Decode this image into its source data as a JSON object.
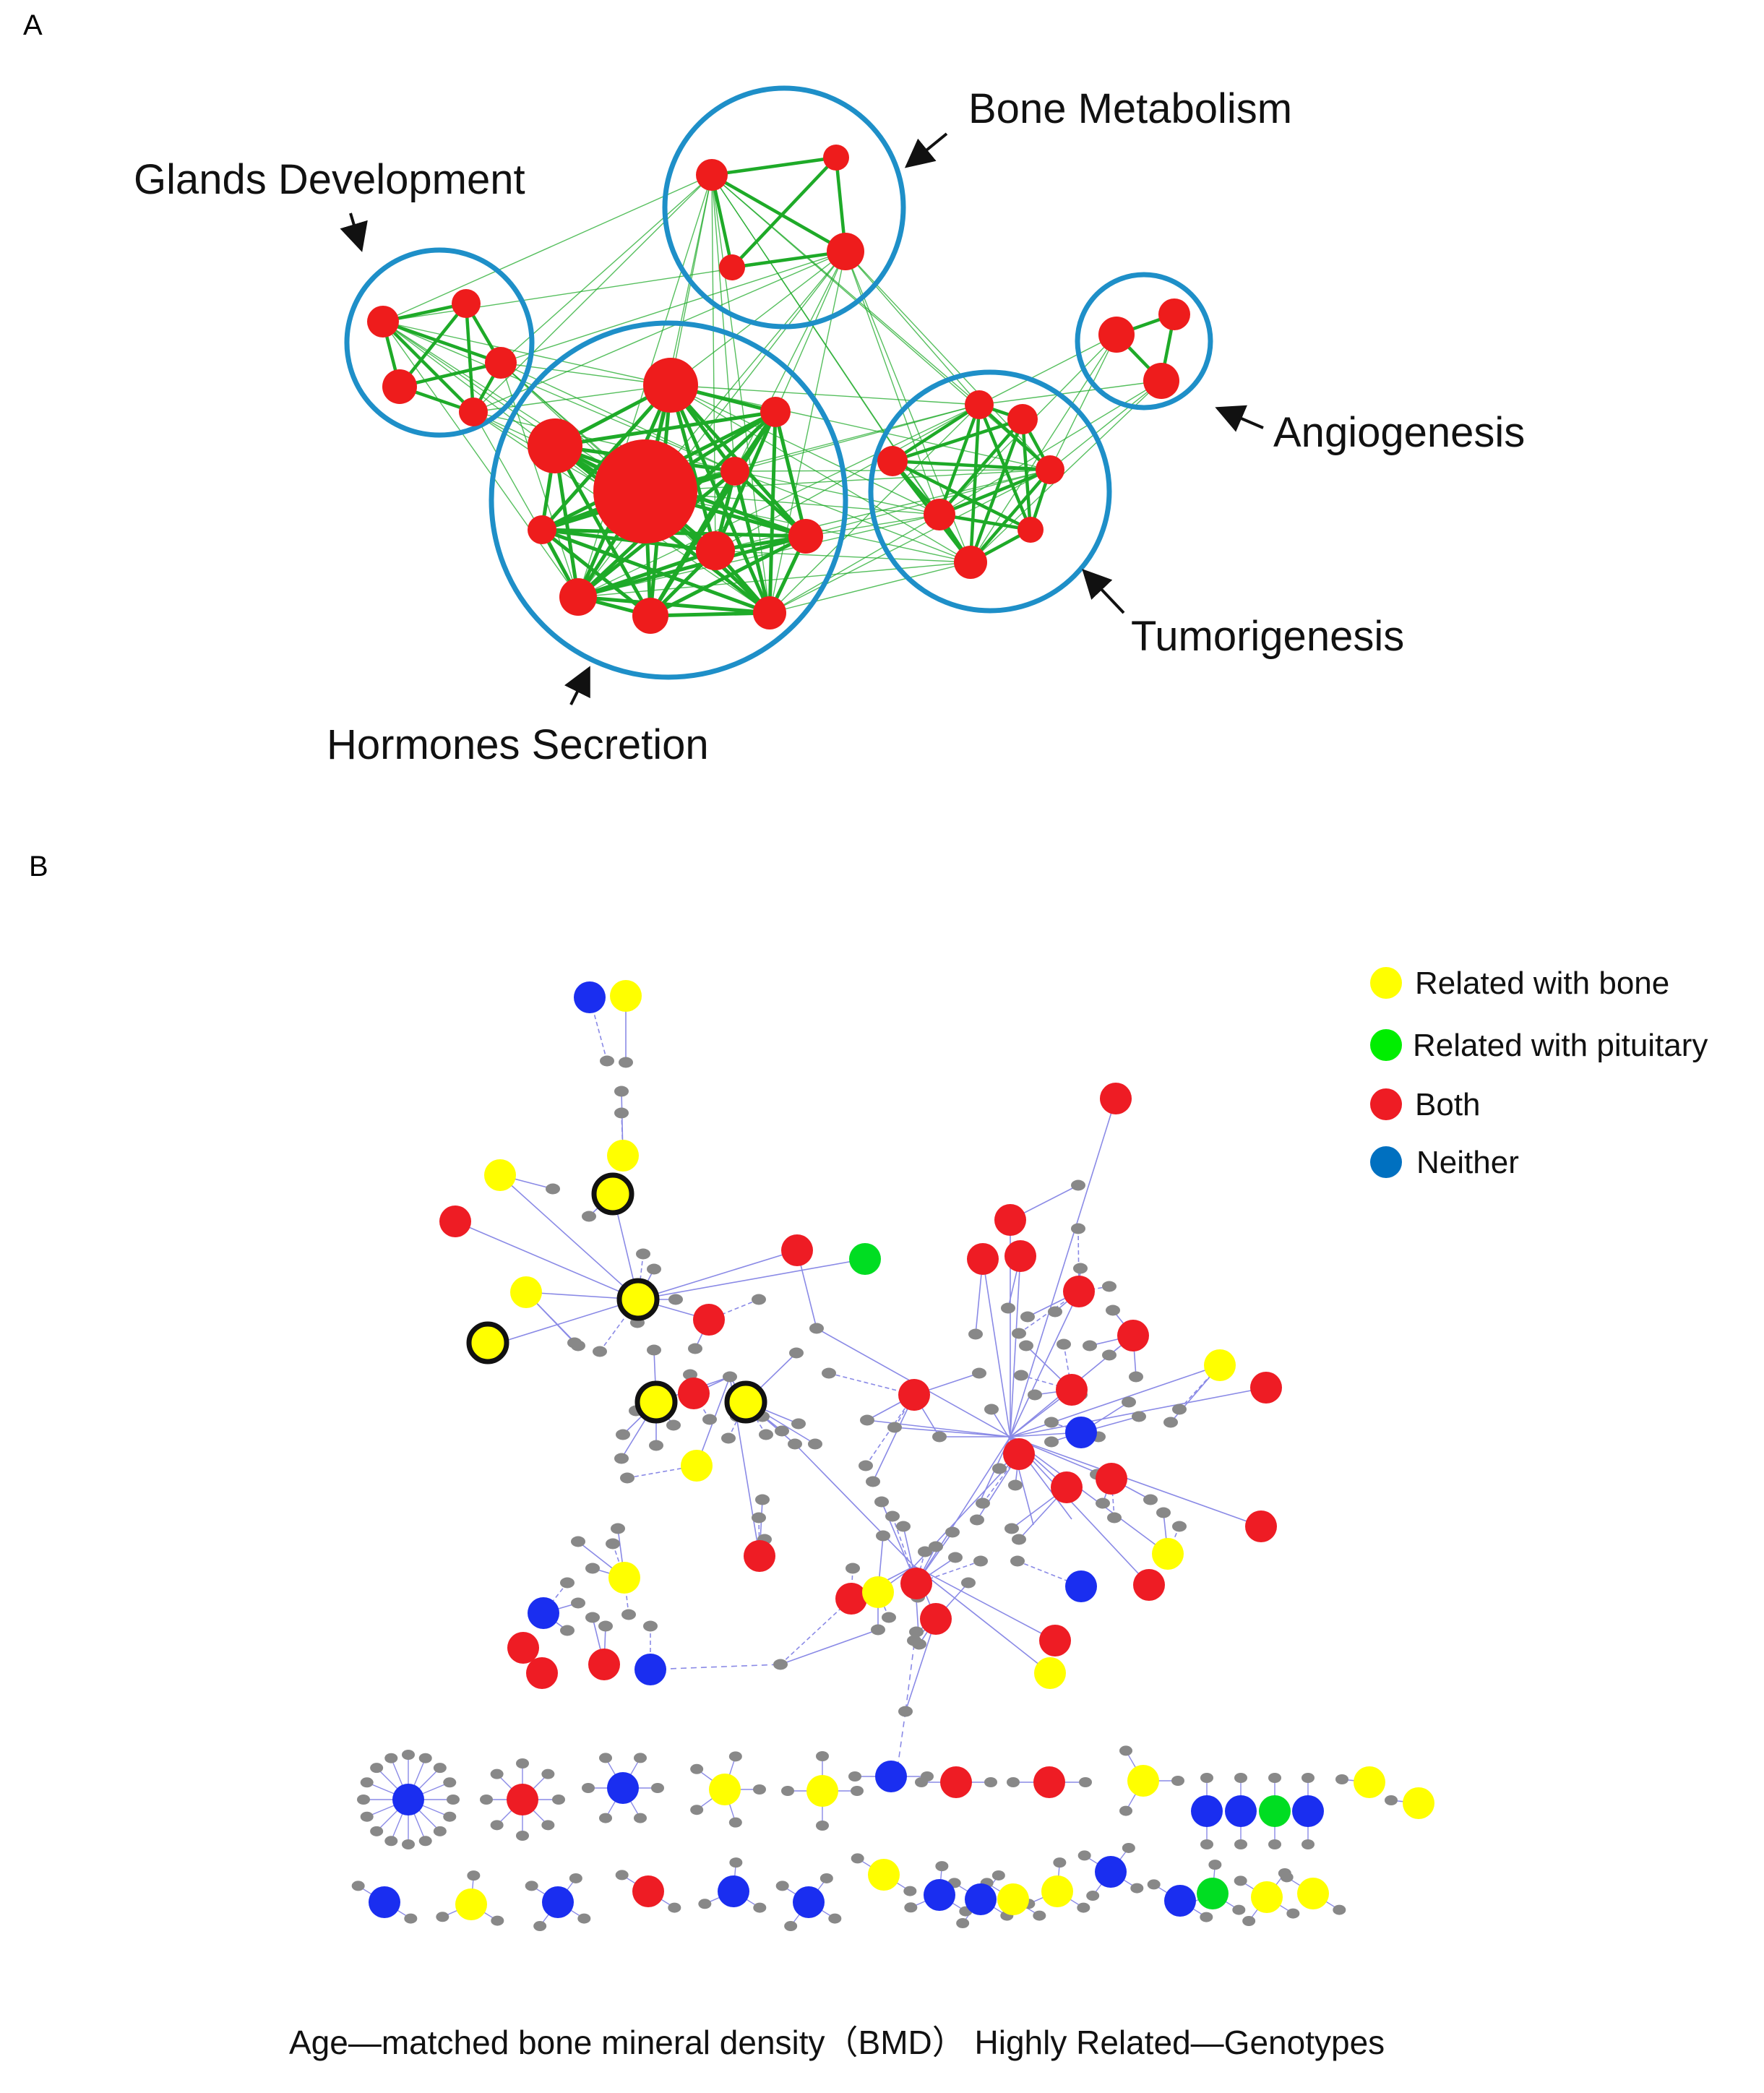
{
  "panel_a": {
    "label": "A",
    "clusters": [
      {
        "id": "hormones",
        "name": "Hormones Secretion"
      },
      {
        "id": "glands",
        "name": "Glands Development"
      },
      {
        "id": "bone",
        "name": "Bone Metabolism"
      },
      {
        "id": "angio",
        "name": "Angiogenesis"
      },
      {
        "id": "tumor",
        "name": "Tumorigenesis"
      }
    ]
  },
  "panel_b": {
    "label": "B",
    "legend": [
      {
        "label": "Related with bone",
        "color": "#ffff00"
      },
      {
        "label": "Related with pituitary",
        "color": "#00ee00"
      },
      {
        "label": "Both",
        "color": "#ee1c24"
      },
      {
        "label": "Neither",
        "color": "#0070c0"
      }
    ],
    "caption": "Age—matched  bone mineral density（BMD） Highly Related—Genotypes"
  },
  "colors": {
    "cluster_ring": "#1e8fc8",
    "node_a": "#ee1c1c",
    "edge_a": "#1eaa28",
    "bone": "#ffff00",
    "pituitary": "#00dd22",
    "both": "#ee1c24",
    "neither": "#1a2ef0",
    "small_node": "#888888",
    "edge_b": "#8a8ae6"
  }
}
